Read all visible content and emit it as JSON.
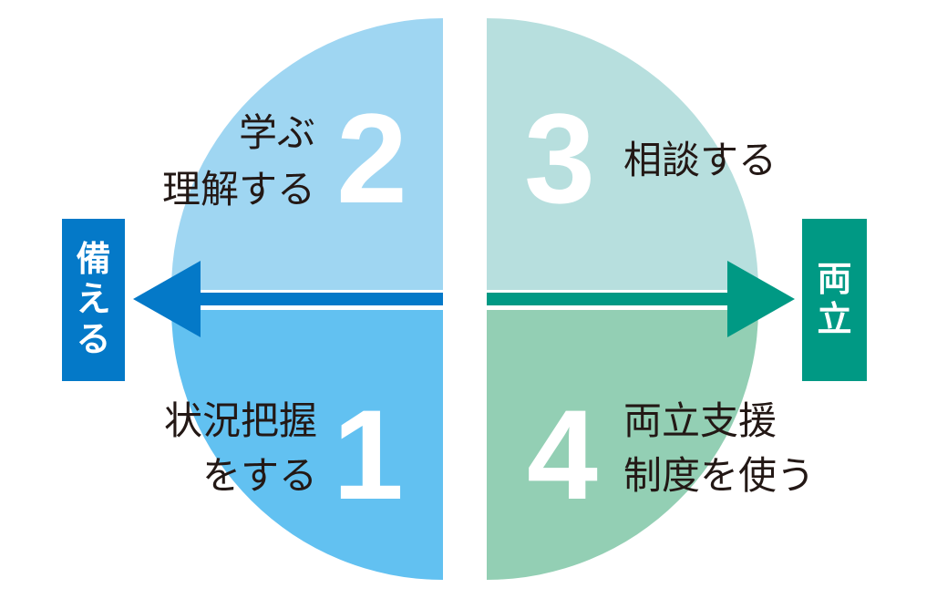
{
  "quadrants": [
    {
      "number": "1",
      "lines": [
        "状況把握",
        "をする"
      ],
      "color": "#62c1f1"
    },
    {
      "number": "2",
      "lines": [
        "学ぶ",
        "理解する"
      ],
      "color": "#9fd6f2"
    },
    {
      "number": "3",
      "lines": [
        "相談する"
      ],
      "color": "#b7dfde"
    },
    {
      "number": "4",
      "lines": [
        "両立支援",
        "制度を使う"
      ],
      "color": "#93cfb4"
    }
  ],
  "left_tag": {
    "chars": [
      "備",
      "え",
      "る"
    ],
    "color": "#0479c8"
  },
  "right_tag": {
    "chars": [
      "両",
      "立"
    ],
    "color": "#009984"
  },
  "arrow_colors": {
    "left": "#0479c8",
    "right": "#009984"
  },
  "text_color": "#231815"
}
